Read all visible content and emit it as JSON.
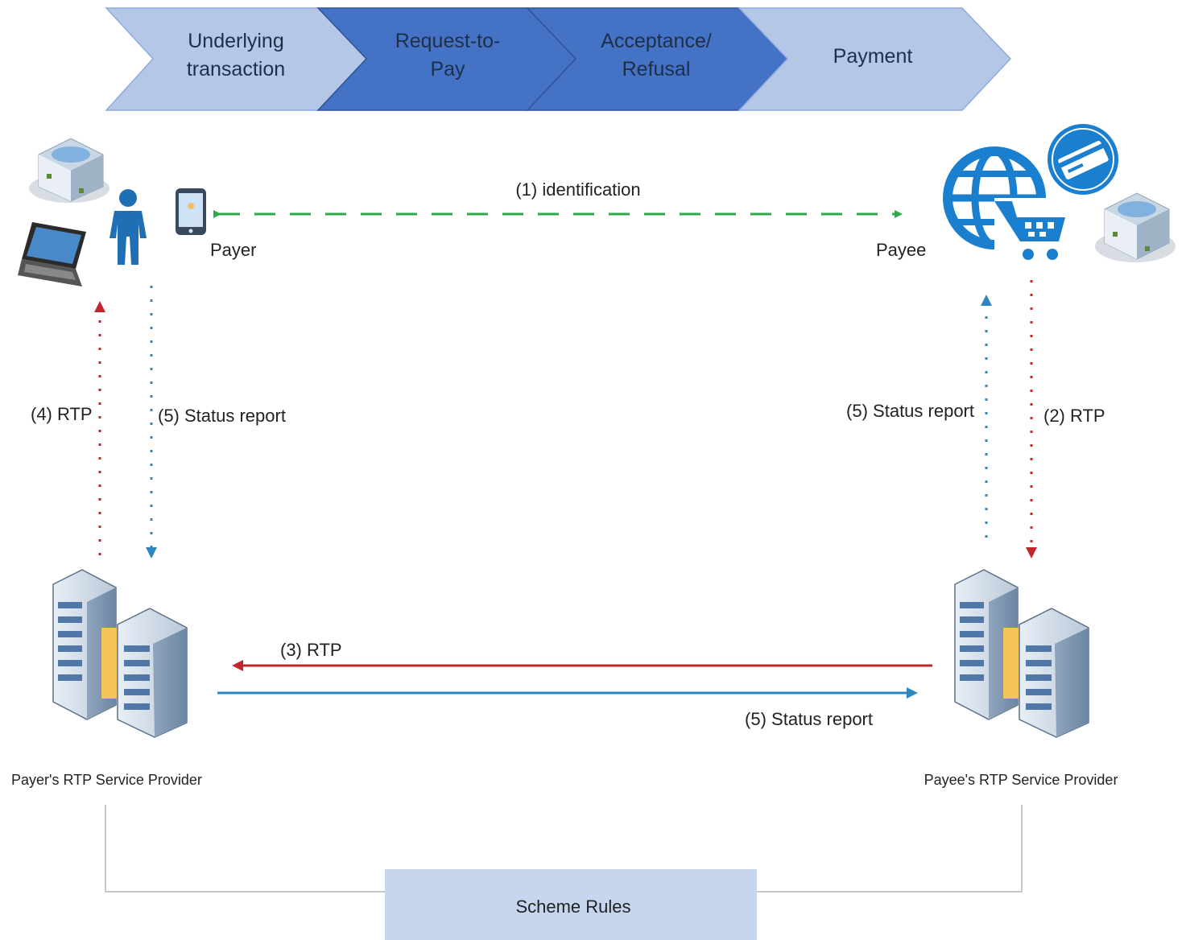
{
  "phases": [
    {
      "line1": "Underlying",
      "line2": "transaction",
      "color": "#b4c7e7"
    },
    {
      "line1": "Request-to-",
      "line2": "Pay",
      "color": "#4472c4"
    },
    {
      "line1": "Acceptance/",
      "line2": "Refusal",
      "color": "#4472c4"
    },
    {
      "line1": "Payment",
      "line2": "",
      "color": "#b4c7e7"
    }
  ],
  "actors": {
    "payer": "Payer",
    "payee": "Payee",
    "payer_provider": "Payer's RTP Service Provider",
    "payee_provider": "Payee's RTP Service Provider"
  },
  "flows": {
    "identification": "(1) identification",
    "rtp_2": "(2) RTP",
    "rtp_3": "(3) RTP",
    "rtp_4": "(4) RTP",
    "status_payer": "(5) Status report",
    "status_payee": "(5) Status report",
    "status_providers": "(5) Status report"
  },
  "scheme_rules": "Scheme Rules",
  "colors": {
    "identification": "#2eaa4a",
    "rtp": "#c0272d",
    "status": "#2e86c1",
    "globe": "#1a7fcf",
    "scheme_box": "#c5d6ee",
    "connector": "#c8c8c8"
  }
}
